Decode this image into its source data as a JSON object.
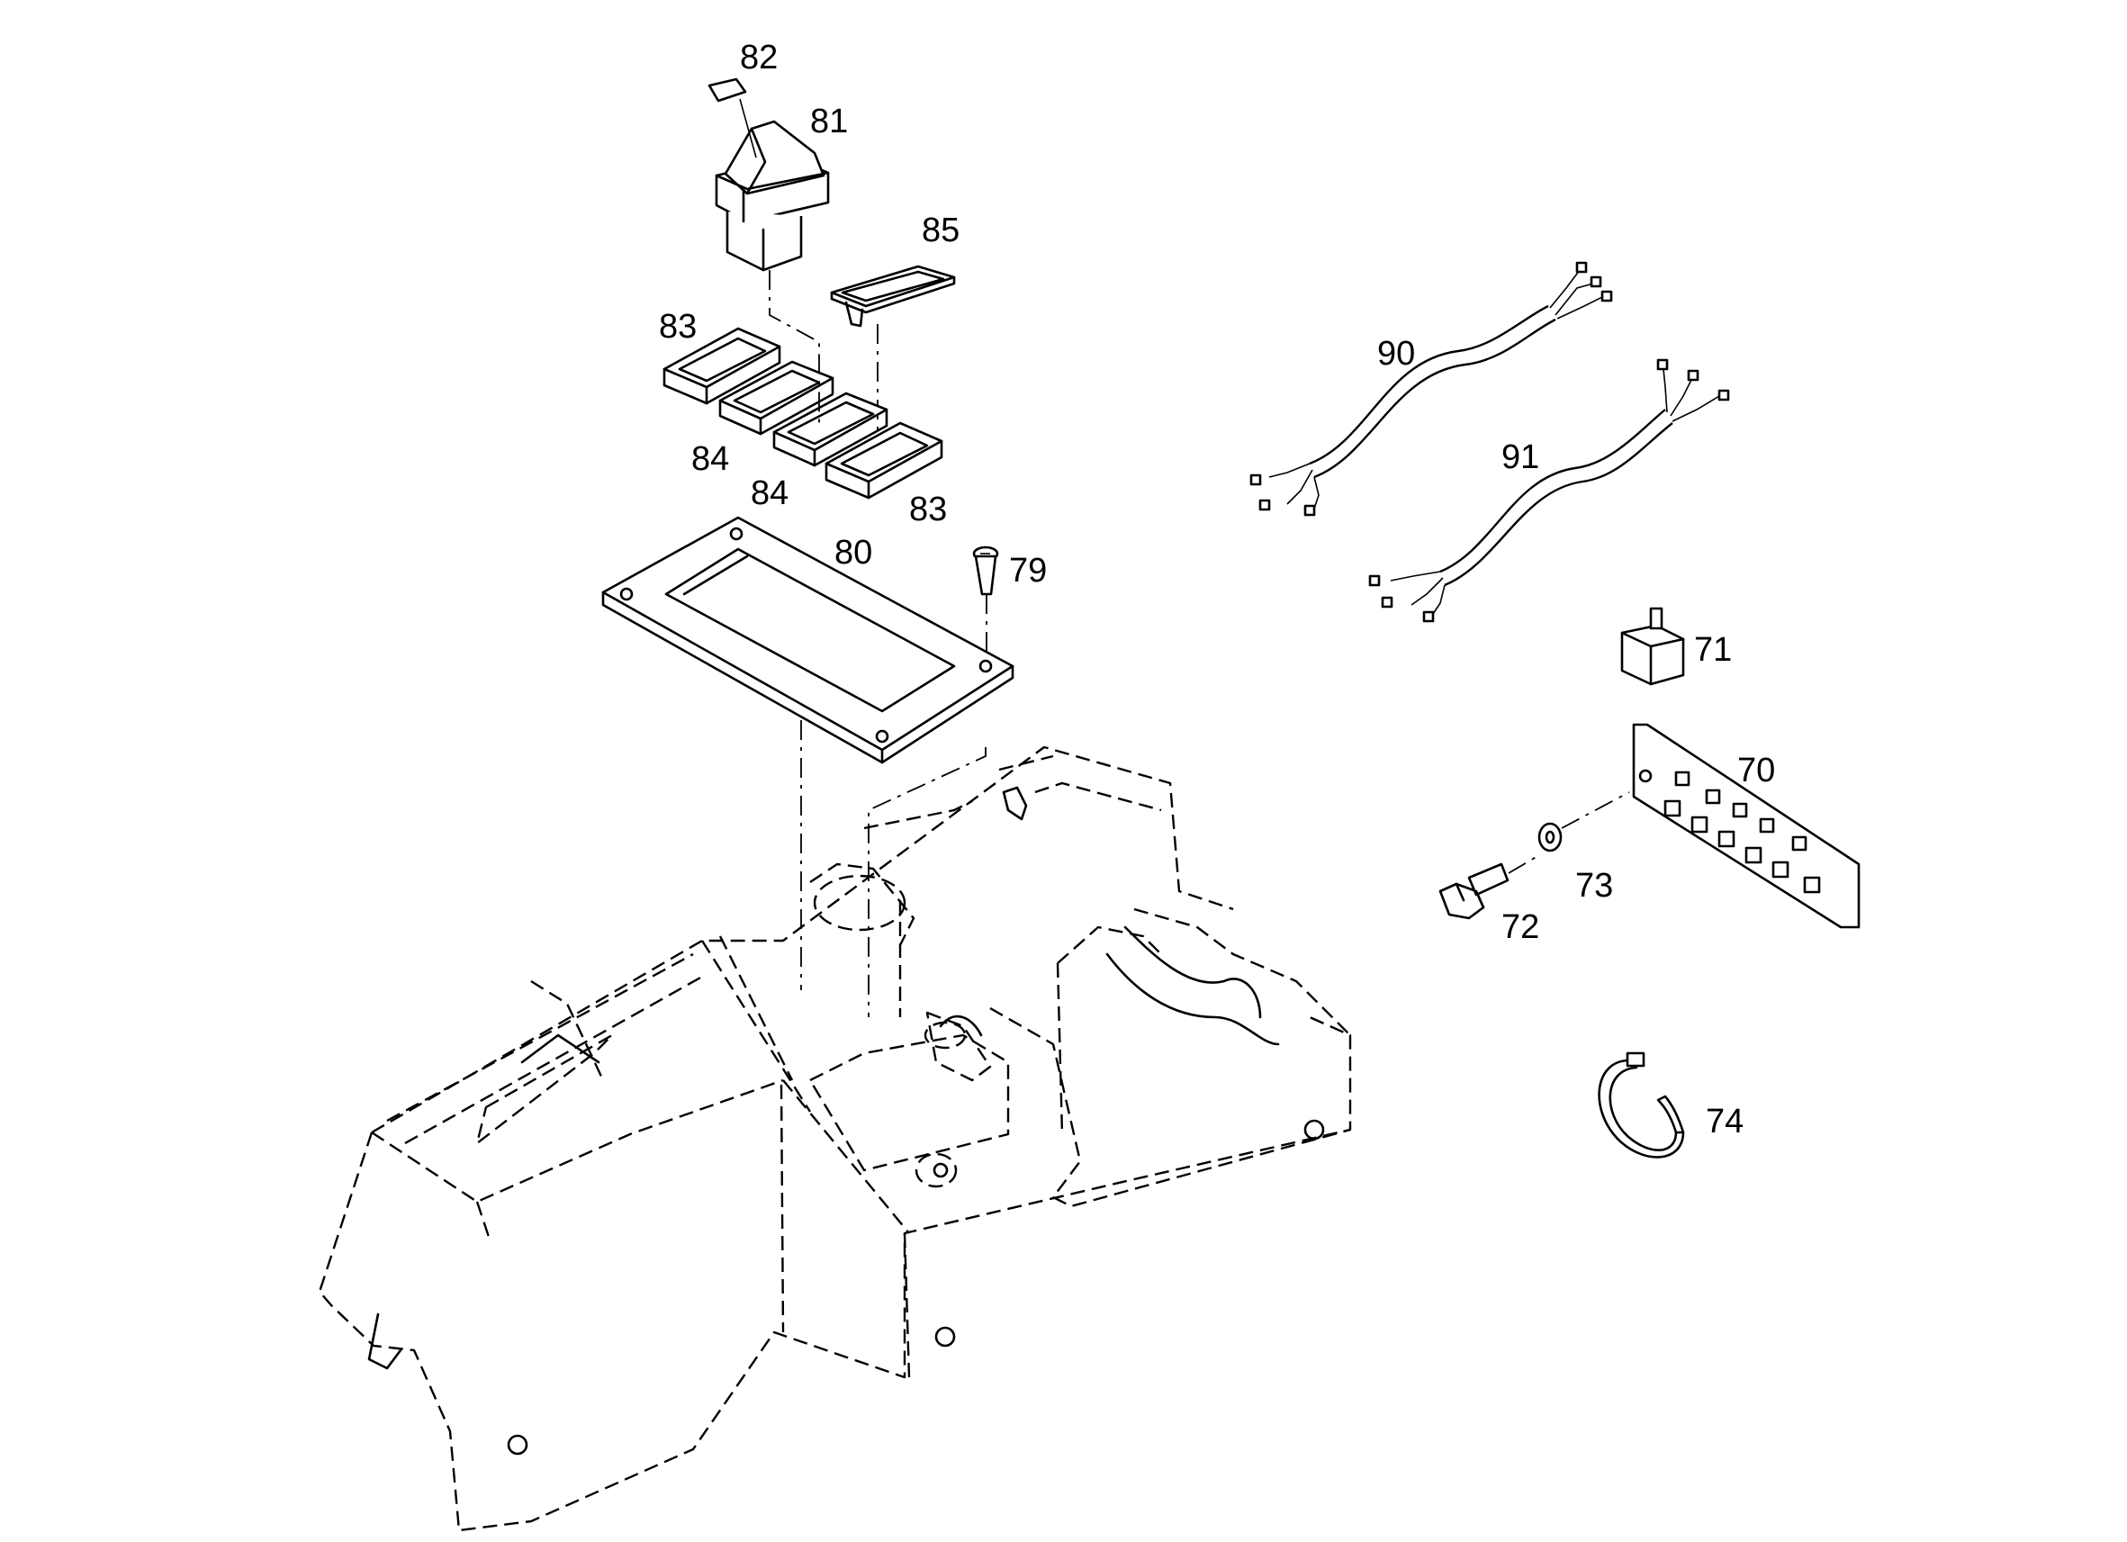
{
  "callouts": {
    "c70": "70",
    "c71": "71",
    "c72": "72",
    "c73": "73",
    "c74": "74",
    "c79": "79",
    "c80": "80",
    "c81": "81",
    "c82": "82",
    "c83a": "83",
    "c83b": "83",
    "c84a": "84",
    "c84b": "84",
    "c85": "85",
    "c90": "90",
    "c91": "91"
  }
}
